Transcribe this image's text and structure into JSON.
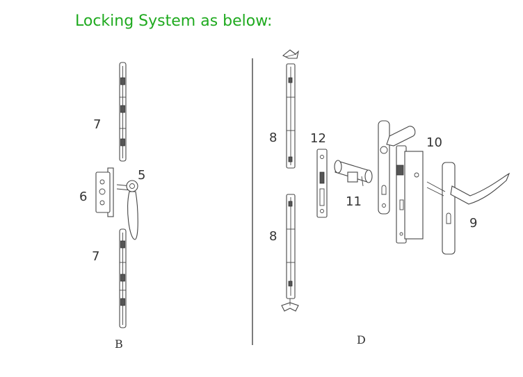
{
  "heading": "Locking System as below:",
  "labels": {
    "part_7_top": "7",
    "part_6": "6",
    "part_5": "5",
    "part_7_bottom": "7",
    "panel_b": "B",
    "part_8_top": "8",
    "part_12": "12",
    "part_10": "10",
    "part_11": "11",
    "part_9": "9",
    "part_8_bottom": "8",
    "panel_d": "D"
  },
  "colors": {
    "heading": "#1faa1f",
    "line": "#444444",
    "text": "#333333"
  }
}
